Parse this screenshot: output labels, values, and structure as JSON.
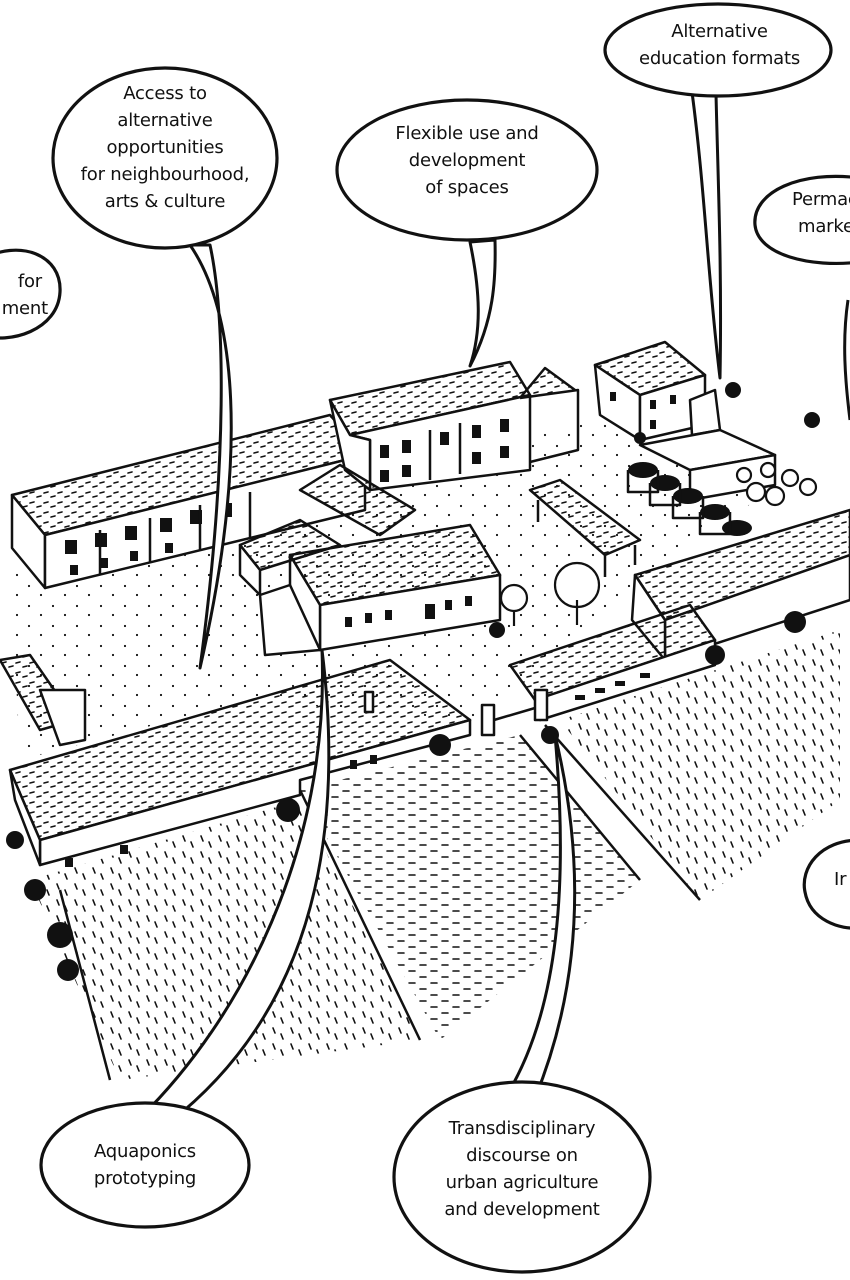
{
  "palette": {
    "ink": "#111111",
    "paper": "#ffffff"
  },
  "bubbles": {
    "left_partial": {
      "lines": [
        "for",
        "ment"
      ]
    },
    "access": {
      "lines": [
        "Access to",
        "alternative",
        "opportunities",
        "for neighbourhood,",
        "arts & culture"
      ]
    },
    "flexible": {
      "lines": [
        "Flexible use and",
        "development",
        "of spaces"
      ]
    },
    "education": {
      "lines": [
        "Alternative",
        "education formats"
      ]
    },
    "permaculture_partial": {
      "lines": [
        "Permac",
        "marke"
      ]
    },
    "right_partial": {
      "lines": [
        "Ir"
      ]
    },
    "aquaponics": {
      "lines": [
        "Aquaponics",
        "prototyping"
      ]
    },
    "discourse": {
      "lines": [
        "Transdisciplinary",
        "discourse on",
        "urban agriculture",
        "and development"
      ]
    }
  }
}
